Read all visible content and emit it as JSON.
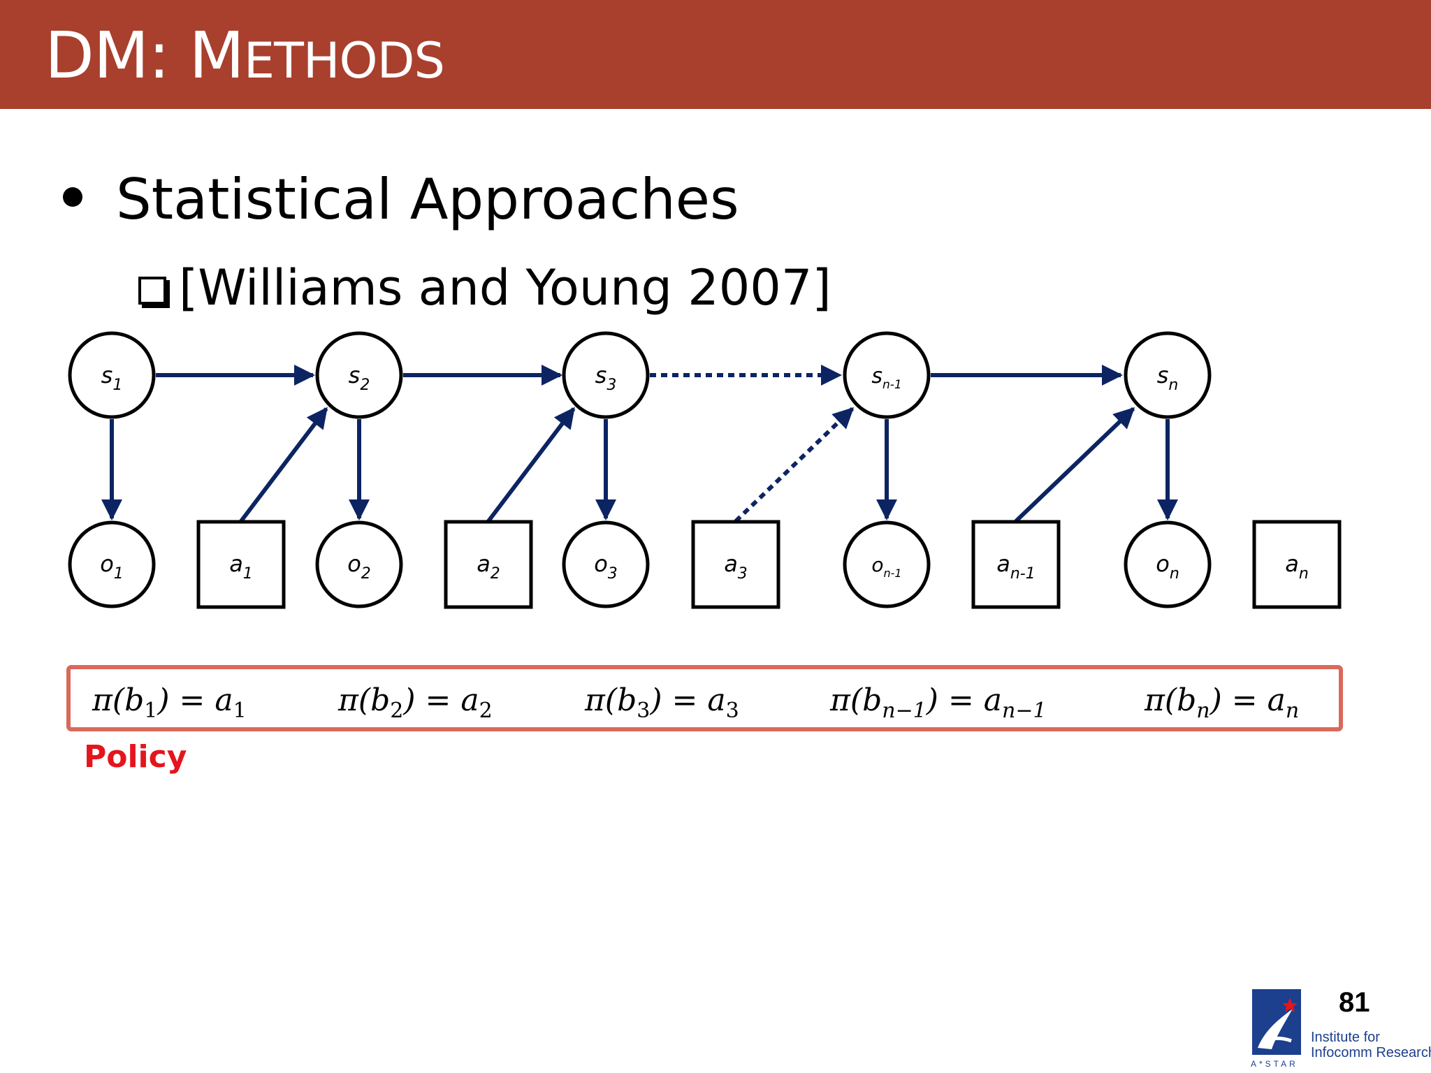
{
  "header": {
    "title_first": "DM: M",
    "title_rest": "ETHODS",
    "background": "#a8402d"
  },
  "bullets": {
    "main": "Statistical Approaches",
    "sub": "[Williams and Young 2007]"
  },
  "diagram": {
    "states": [
      {
        "base": "s",
        "sub": "1"
      },
      {
        "base": "s",
        "sub": "2"
      },
      {
        "base": "s",
        "sub": "3"
      },
      {
        "base": "s",
        "sub": "n-1"
      },
      {
        "base": "s",
        "sub": "n"
      }
    ],
    "observations": [
      {
        "base": "o",
        "sub": "1"
      },
      {
        "base": "o",
        "sub": "2"
      },
      {
        "base": "o",
        "sub": "3"
      },
      {
        "base": "o",
        "sub": "n-1"
      },
      {
        "base": "o",
        "sub": "n"
      }
    ],
    "actions": [
      {
        "base": "a",
        "sub": "1"
      },
      {
        "base": "a",
        "sub": "2"
      },
      {
        "base": "a",
        "sub": "3"
      },
      {
        "base": "a",
        "sub": "n-1"
      },
      {
        "base": "a",
        "sub": "n"
      }
    ],
    "arrow_color": "#0c2462",
    "policy_box_color": "#d9695a"
  },
  "policy": {
    "label": "Policy",
    "label_color": "#e5141d",
    "equations": [
      {
        "b_sub": "1",
        "a_sub": "1"
      },
      {
        "b_sub": "2",
        "a_sub": "2"
      },
      {
        "b_sub": "3",
        "a_sub": "3"
      },
      {
        "b_sub": "n−1",
        "a_sub": "n−1"
      },
      {
        "b_sub": "n",
        "a_sub": "n"
      }
    ]
  },
  "footer": {
    "page_number": "81",
    "logo_line1": "Institute for",
    "logo_line2": "Infocomm Research",
    "logo_sub": "A*STAR"
  }
}
